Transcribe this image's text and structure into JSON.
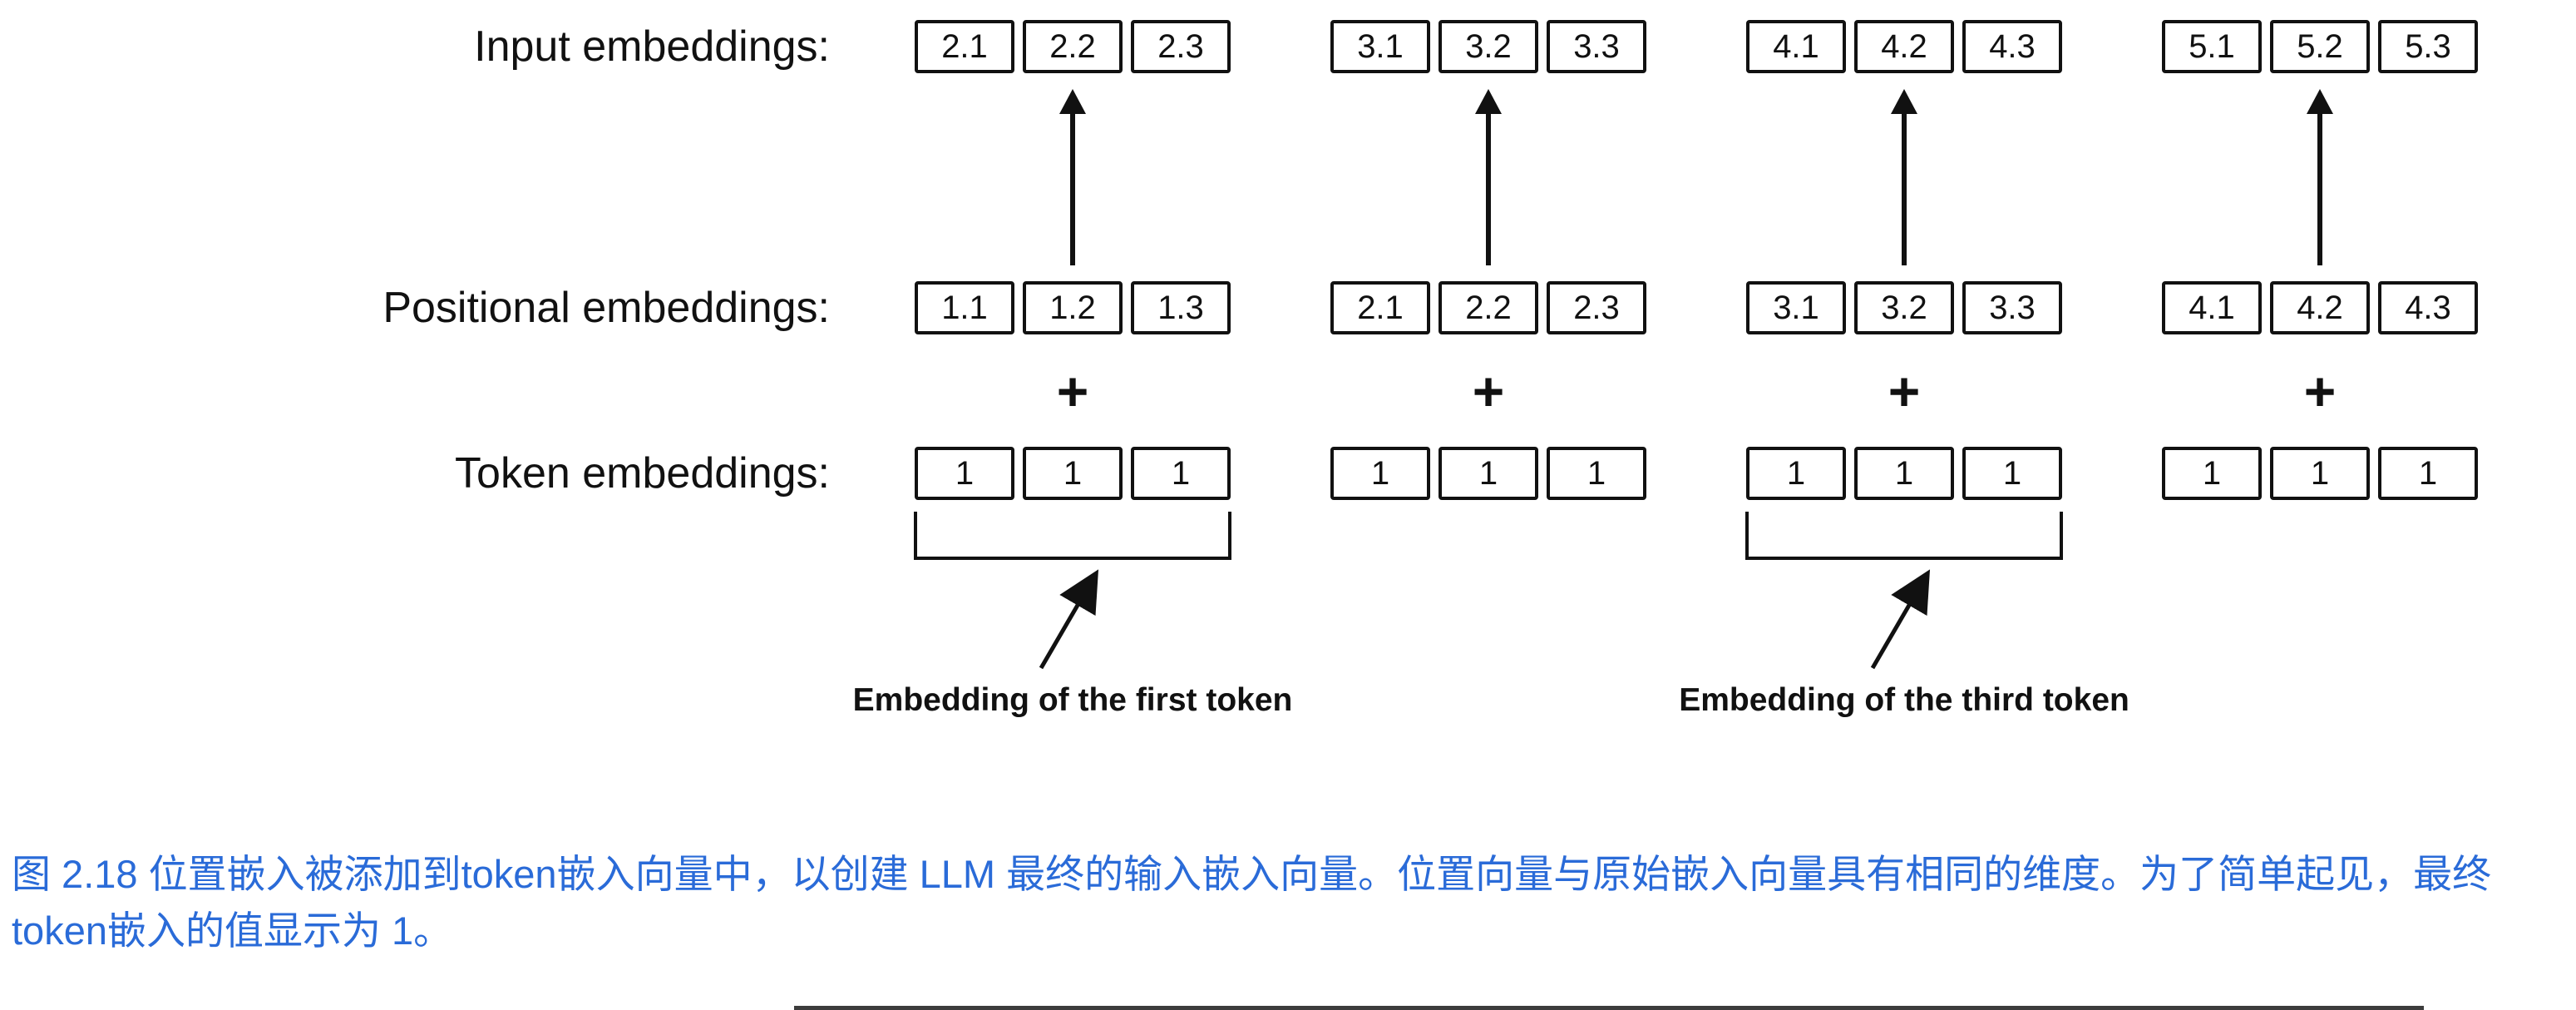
{
  "diagram": {
    "rows": {
      "input": {
        "label": "Input embeddings:",
        "groups": [
          [
            "2.1",
            "2.2",
            "2.3"
          ],
          [
            "3.1",
            "3.2",
            "3.3"
          ],
          [
            "4.1",
            "4.2",
            "4.3"
          ],
          [
            "5.1",
            "5.2",
            "5.3"
          ]
        ]
      },
      "positional": {
        "label": "Positional embeddings:",
        "groups": [
          [
            "1.1",
            "1.2",
            "1.3"
          ],
          [
            "2.1",
            "2.2",
            "2.3"
          ],
          [
            "3.1",
            "3.2",
            "3.3"
          ],
          [
            "4.1",
            "4.2",
            "4.3"
          ]
        ]
      },
      "token": {
        "label": "Token embeddings:",
        "groups": [
          [
            "1",
            "1",
            "1"
          ],
          [
            "1",
            "1",
            "1"
          ],
          [
            "1",
            "1",
            "1"
          ],
          [
            "1",
            "1",
            "1"
          ]
        ]
      }
    },
    "plus_sign": "+",
    "annotations": [
      {
        "text": "Embedding of the first token"
      },
      {
        "text": "Embedding of the third token"
      }
    ]
  },
  "caption": {
    "text": "图 2.18 位置嵌入被添加到token嵌入向量中，以创建 LLM 最终的输入嵌入向量。位置向量与原始嵌入向量具有相同的维度。为了简单起见，最终token嵌入的值显示为 1。"
  },
  "colors": {
    "diagram_ink": "#111111",
    "caption_blue": "#2a6bd8",
    "background": "#ffffff"
  }
}
